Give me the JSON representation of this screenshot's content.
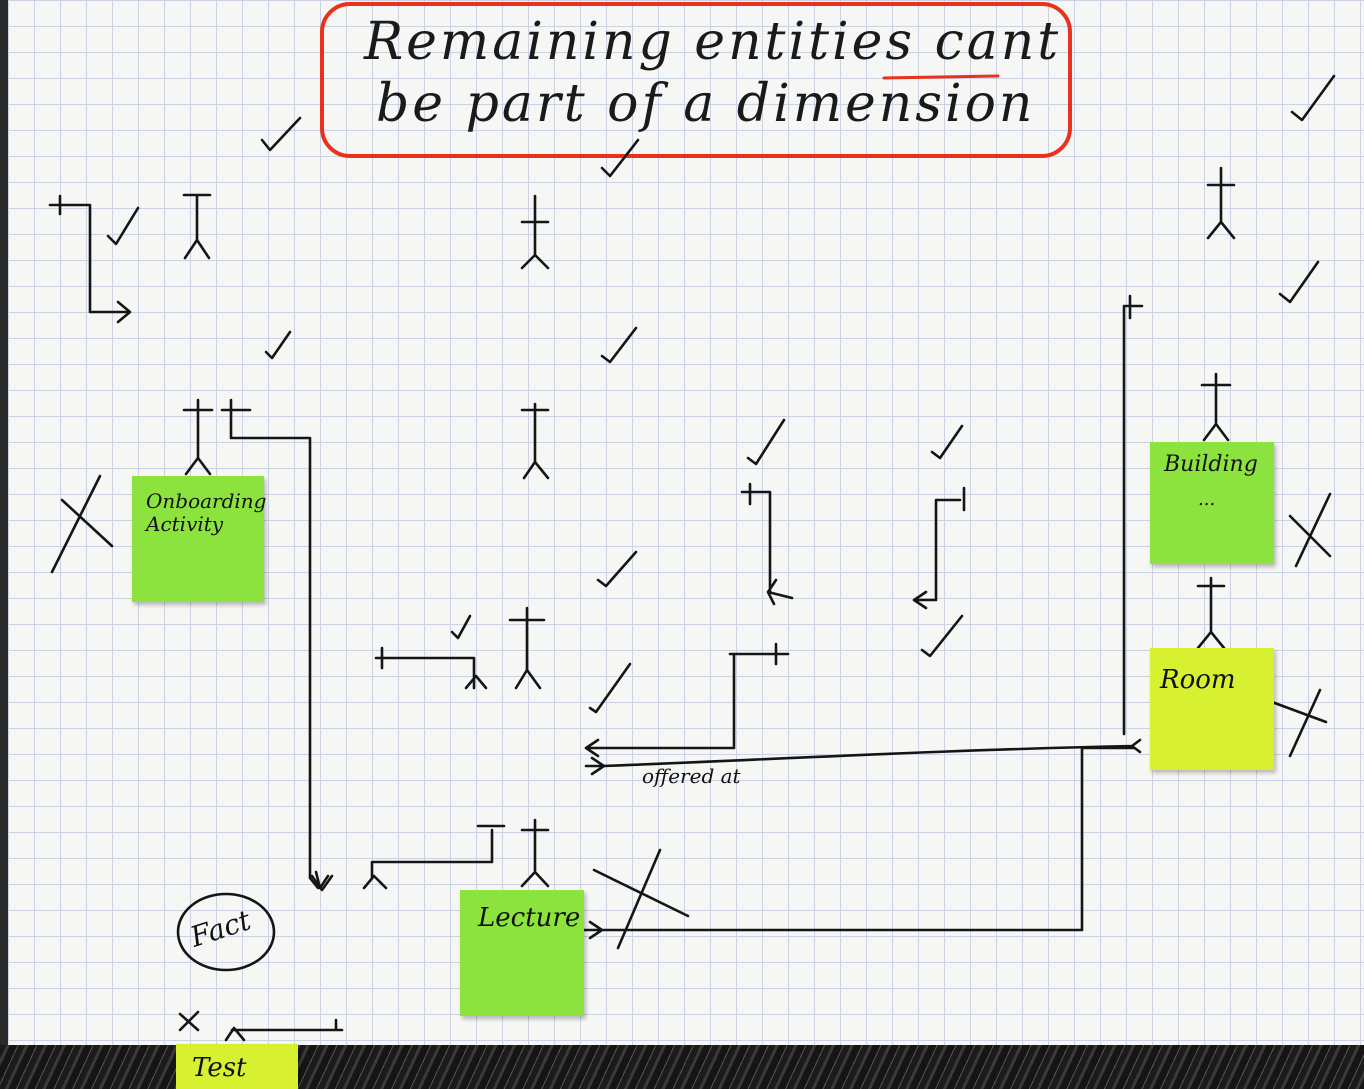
{
  "banner": {
    "line1": "Remaining entities cant",
    "line2": "be part of a dimension"
  },
  "notes": {
    "onboarding": "Onboarding\nActivity",
    "building": "Building",
    "building_sub": "...",
    "room": "Room",
    "lecture": "Lecture",
    "test": "Test"
  },
  "labels": {
    "fact": "Fact",
    "offered_at": "offered at"
  },
  "colors": {
    "note_green": "#8de33d",
    "note_yellow": "#d7f02f",
    "banner_red": "#e8321d",
    "ink": "#151515"
  }
}
